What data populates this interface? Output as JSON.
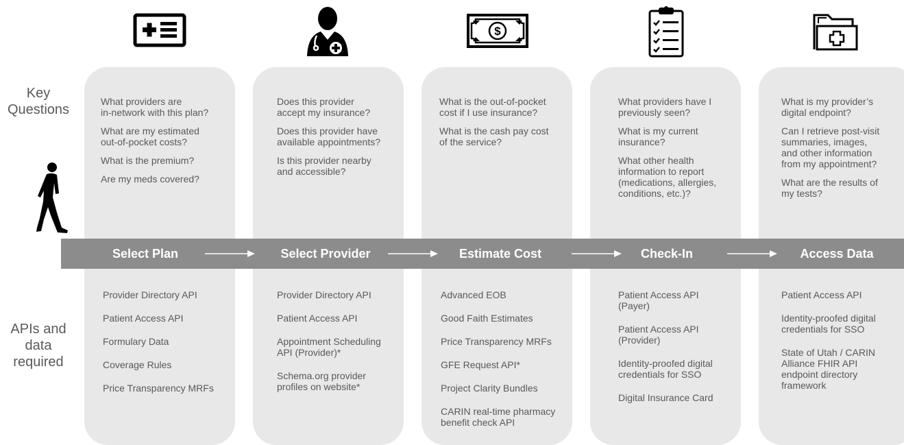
{
  "side_labels": {
    "key_questions": "Key\nQuestions",
    "apis": "APIs and\ndata\nrequired"
  },
  "columns": [
    {
      "step": "Select Plan",
      "icon": "insurance-card-icon",
      "questions": [
        "What providers are\nin-network with this plan?",
        "What are my estimated\nout-of-pocket costs?",
        "What is the premium?",
        "Are my meds covered?"
      ],
      "apis": [
        "Provider Directory API",
        "Patient Access API",
        "Formulary Data",
        "Coverage Rules",
        "Price Transparency MRFs"
      ]
    },
    {
      "step": "Select Provider",
      "icon": "doctor-icon",
      "questions": [
        "Does this provider\naccept my insurance?",
        "Does this provider have\navailable appointments?",
        "Is this provider nearby\nand accessible?"
      ],
      "apis": [
        "Provider Directory API",
        "Patient Access API",
        "Appointment Scheduling\nAPI (Provider)*",
        "Schema.org provider\nprofiles on website*"
      ]
    },
    {
      "step": "Estimate Cost",
      "icon": "cash-icon",
      "questions": [
        "What is the out-of-pocket\ncost if I use insurance?",
        "What is the cash pay cost\nof the service?"
      ],
      "apis": [
        "Advanced EOB",
        "Good Faith Estimates",
        "Price Transparency MRFs",
        "GFE Request API*",
        "Project Clarity Bundles",
        "CARIN real-time pharmacy\nbenefit check API"
      ]
    },
    {
      "step": "Check-In",
      "icon": "clipboard-checklist-icon",
      "questions": [
        "What providers have I\npreviously seen?",
        "What is my current\ninsurance?",
        "What other health\ninformation to report\n(medications, allergies,\nconditions, etc.)?"
      ],
      "apis": [
        "Patient Access API\n(Payer)",
        "Patient Access API\n(Provider)",
        "Identity-proofed digital\ncredentials for SSO",
        "Digital Insurance Card"
      ]
    },
    {
      "step": "Access Data",
      "icon": "medical-folder-icon",
      "questions": [
        "What is my provider’s\ndigital endpoint?",
        "Can I retrieve post-visit\nsummaries, images,\nand other information\nfrom my appointment?",
        "What are the results of\nmy tests?"
      ],
      "apis": [
        "Patient Access API",
        "Identity-proofed digital\ncredentials for SSO",
        "State of Utah / CARIN\nAlliance FHIR API\nendpoint directory\nframework"
      ]
    }
  ]
}
